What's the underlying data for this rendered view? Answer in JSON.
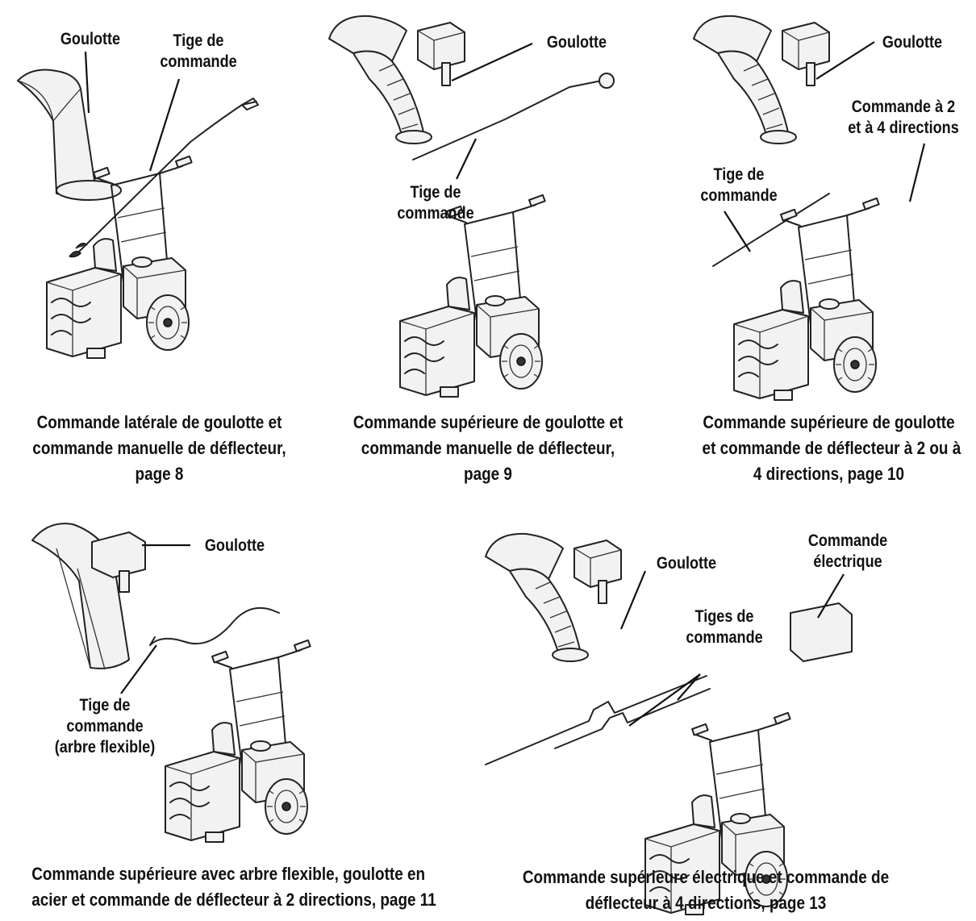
{
  "panels": [
    {
      "labels": {
        "chute": "Goulotte",
        "rod_line1": "Tige de",
        "rod_line2": "commande"
      },
      "caption": [
        "Commande latérale de goulotte et",
        "commande manuelle de déflecteur,",
        "page 8"
      ]
    },
    {
      "labels": {
        "chute": "Goulotte",
        "rod_line1": "Tige de",
        "rod_line2": "commande"
      },
      "caption": [
        "Commande supérieure de goulotte et",
        "commande manuelle de déflecteur,",
        "page 9"
      ]
    },
    {
      "labels": {
        "chute": "Goulotte",
        "control_line1": "Commande à 2",
        "control_line2": "et à 4 directions",
        "rod_line1": "Tige de",
        "rod_line2": "commande"
      },
      "caption": [
        "Commande supérieure de goulotte",
        "et commande de déflecteur à 2 ou à",
        "4 directions, page 10"
      ]
    },
    {
      "labels": {
        "chute": "Goulotte",
        "rod_line1": "Tige de",
        "rod_line2": "commande",
        "rod_line3": "(arbre flexible)"
      },
      "caption": [
        "Commande supérieure avec arbre flexible, goulotte en",
        "acier et commande de déflecteur à 2 directions, page 11"
      ]
    },
    {
      "labels": {
        "chute": "Goulotte",
        "control_line1": "Commande",
        "control_line2": "électrique",
        "rods_line1": "Tiges de",
        "rods_line2": "commande"
      },
      "caption": [
        "Commande supérieure électrique et commande de",
        "déflecteur à 4 directions, page 13"
      ]
    }
  ]
}
